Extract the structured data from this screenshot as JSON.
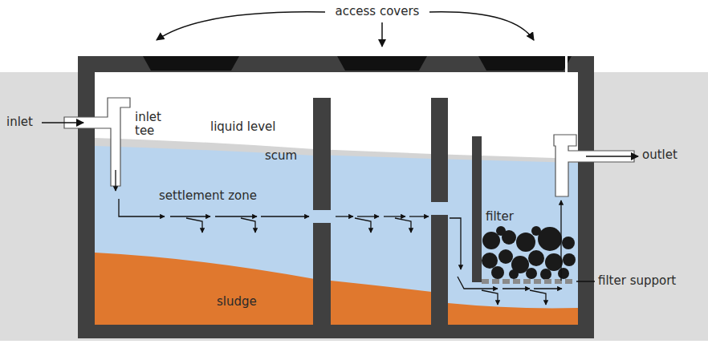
{
  "diagram": {
    "labels": [
      "access covers",
      "inlet",
      "inlet tee",
      "liquid level",
      "scum",
      "settlement zone",
      "filter",
      "outlet",
      "filter support",
      "sludge"
    ]
  }
}
